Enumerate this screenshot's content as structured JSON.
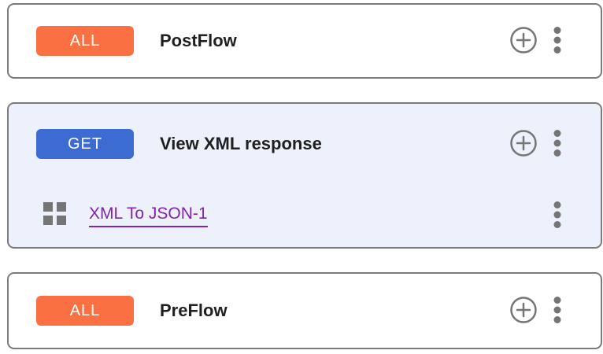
{
  "colors": {
    "all_badge": "#FB7043",
    "get_badge": "#3C6BD2",
    "policy_link": "#8223AE",
    "selected_card_bg": "#EDF1FB",
    "card_border": "#7B7B7B",
    "icon_gray": "#757575",
    "title_text": "#1F1F1F"
  },
  "flows": [
    {
      "method": "ALL",
      "title": "PostFlow",
      "badge_color": "#FB7043"
    },
    {
      "method": "GET",
      "title": "View XML response",
      "badge_color": "#3C6BD2",
      "selected": true,
      "policies": [
        {
          "name": "XML To JSON-1"
        }
      ]
    },
    {
      "method": "ALL",
      "title": "PreFlow",
      "badge_color": "#FB7043"
    }
  ]
}
